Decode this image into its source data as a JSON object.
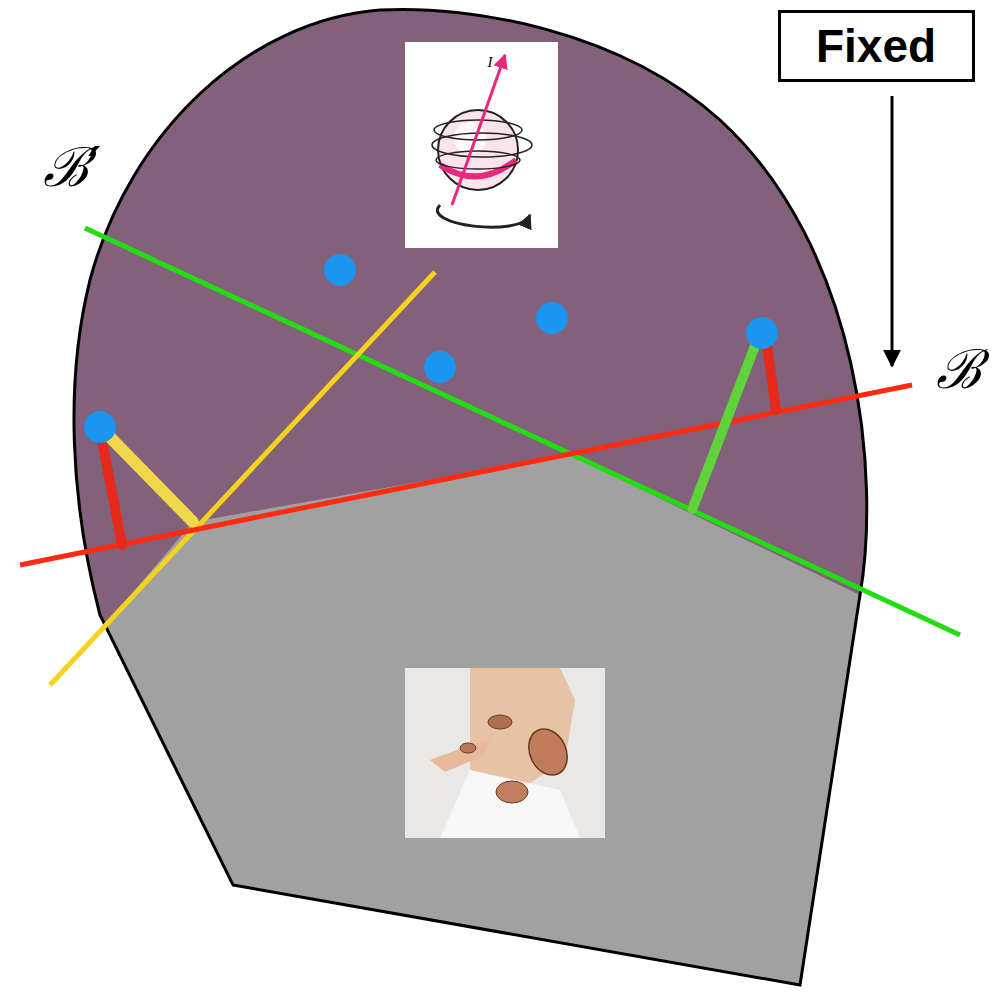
{
  "diagram": {
    "nodes": [
      {
        "text": [
          "Fixed"
        ]
      }
    ],
    "labels": [
      "ℬ′",
      "ℬ",
      "I"
    ]
  }
}
